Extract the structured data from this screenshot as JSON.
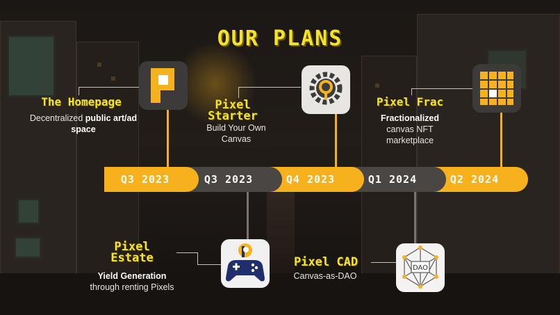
{
  "title": "OUR PLANS",
  "timeline": [
    {
      "label": "Q3 2023",
      "style": "yellow"
    },
    {
      "label": "Q3 2023",
      "style": "gray"
    },
    {
      "label": "Q4 2023",
      "style": "yellow"
    },
    {
      "label": "Q1 2024",
      "style": "gray"
    },
    {
      "label": "Q2 2024",
      "style": "yellow"
    }
  ],
  "plans": {
    "homepage": {
      "name": "The Homepage",
      "desc_plain": "Decentralized ",
      "desc_bold": "public art/ad space",
      "icon": "pixel-p-logo-icon"
    },
    "starter": {
      "name_line1": "Pixel",
      "name_line2": "Starter",
      "desc_line1": "Build Your Own",
      "desc_line2": "Canvas",
      "icon": "gear-lightbulb-icon"
    },
    "frac": {
      "name": "Pixel Frac",
      "desc_bold": "Fractionalized",
      "desc_line2": "canvas NFT",
      "desc_line3": "marketplace",
      "icon": "pixel-grid-icon"
    },
    "estate": {
      "name_line1": "Pixel",
      "name_line2": "Estate",
      "desc_bold": "Yield Generation",
      "desc_line2": "through renting Pixels",
      "icon": "gamepad-icon"
    },
    "cad": {
      "name": "Pixel CAD",
      "desc": "Canvas-as-DAO",
      "icon": "dao-network-icon",
      "icon_text": "DAO"
    }
  },
  "colors": {
    "accent": "#f7b11d",
    "title": "#f4e22c",
    "gray": "#4a4644"
  }
}
